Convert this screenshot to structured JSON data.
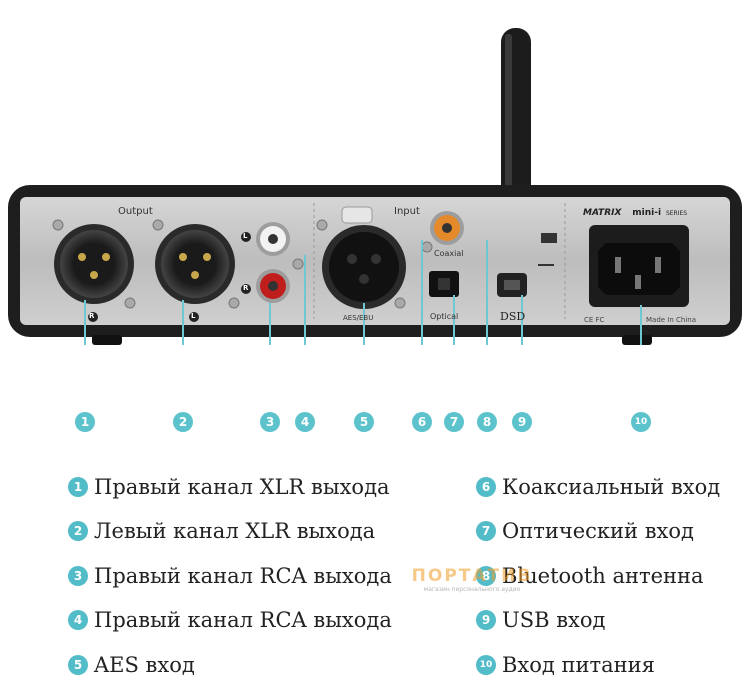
{
  "device": {
    "output_label": "Output",
    "input_label": "Input",
    "coaxial_label": "Coaxial",
    "optical_label": "Optical",
    "aes_label": "AES/EBU",
    "dsd_label": "DSD",
    "brand": "MATRIX",
    "series": "mini-i",
    "series_suffix": "SERIES",
    "made_in": "Made In China",
    "cert": "CE FC",
    "xlr_right_mark": "R",
    "xlr_left_mark": "L",
    "rca_left_mark": "L",
    "rca_right_mark": "R"
  },
  "callouts": [
    "1",
    "2",
    "3",
    "4",
    "5",
    "6",
    "7",
    "8",
    "9",
    "10"
  ],
  "legend": [
    {
      "num": "1",
      "text": "Правый канал XLR выхода"
    },
    {
      "num": "2",
      "text": "Левый канал XLR выхода"
    },
    {
      "num": "3",
      "text": "Правый канал RCA выхода"
    },
    {
      "num": "4",
      "text": "Правый канал RCA выхода"
    },
    {
      "num": "5",
      "text": "AES вход"
    },
    {
      "num": "6",
      "text": "Коаксиальный вход"
    },
    {
      "num": "7",
      "text": "Оптический вход"
    },
    {
      "num": "8",
      "text": "Bluetooth антенна"
    },
    {
      "num": "9",
      "text": "USB вход"
    },
    {
      "num": "10",
      "text": "Вход питания"
    }
  ],
  "watermark": {
    "main": "ПОРТАТИВ",
    "sub": "магазин персонального аудио"
  },
  "colors": {
    "accent": "#52bcc8",
    "panel": "#c9c9c9",
    "frame": "#1e1e1e"
  }
}
